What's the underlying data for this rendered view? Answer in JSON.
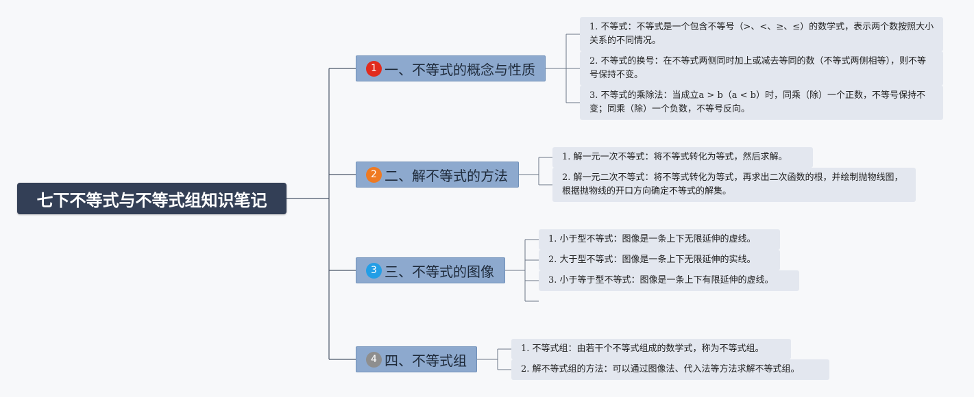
{
  "root": {
    "title": "七下不等式与不等式组知识笔记"
  },
  "branches": [
    {
      "badge": "1",
      "badge_color": "#e12b1e",
      "title": "一、不等式的概念与性质",
      "leaves": [
        "1. 不等式：不等式是一个包含不等号（>、<、≥、≤）的数学式，表示两个数按照大小关系的不同情况。",
        "2. 不等式的换号：在不等式两侧同时加上或减去等同的数（不等式两侧相等），则不等号保持不变。",
        "3. 不等式的乘除法：当成立a > b（a < b）时，同乘（除）一个正数，不等号保持不变；同乘（除）一个负数，不等号反向。"
      ]
    },
    {
      "badge": "2",
      "badge_color": "#ef7a22",
      "title": "二、解不等式的方法",
      "leaves": [
        "1. 解一元一次不等式：将不等式转化为等式，然后求解。",
        "2. 解一元二次不等式：将不等式转化为等式，再求出二次函数的根，并绘制抛物线图，根据抛物线的开口方向确定不等式的解集。"
      ]
    },
    {
      "badge": "3",
      "badge_color": "#239ee6",
      "title": "三、不等式的图像",
      "leaves": [
        "1. 小于型不等式：图像是一条上下无限延伸的虚线。",
        "2. 大于型不等式：图像是一条上下无限延伸的实线。",
        "3. 小于等于型不等式：图像是一条上下有限延伸的虚线。"
      ]
    },
    {
      "badge": "4",
      "badge_color": "#8e8e8e",
      "title": "四、不等式组",
      "leaves": [
        "1. 不等式组：由若干个不等式组成的数学式，称为不等式组。",
        "2. 解不等式组的方法：可以通过图像法、代入法等方法求解不等式组。"
      ]
    }
  ]
}
